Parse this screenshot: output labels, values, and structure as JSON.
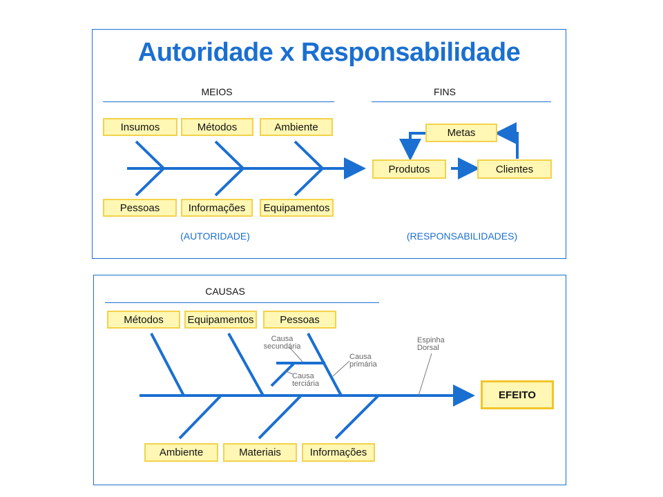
{
  "top": {
    "title": "Autoridade x Responsabilidade",
    "means_label": "MEIOS",
    "ends_label": "FINS",
    "upper_boxes": [
      "Insumos",
      "Métodos",
      "Ambiente"
    ],
    "lower_boxes": [
      "Pessoas",
      "Informações",
      "Equipamentos"
    ],
    "ends_boxes": {
      "goals": "Metas",
      "products": "Produtos",
      "clients": "Clientes"
    },
    "authority_note": "(AUTORIDADE)",
    "responsibility_note": "(RESPONSABILIDADES)"
  },
  "bottom": {
    "causes_label": "CAUSAS",
    "upper_boxes": [
      "Métodos",
      "Equipamentos",
      "Pessoas"
    ],
    "lower_boxes": [
      "Ambiente",
      "Materiais",
      "Informações"
    ],
    "effect": "EFEITO",
    "annotations": {
      "secondary_1": "Causa",
      "secondary_2": "secundária",
      "primary_1": "Causa",
      "primary_2": "primária",
      "tertiary_1": "Causa",
      "tertiary_2": "terciária",
      "spine_1": "Espinha",
      "spine_2": "Dorsal"
    }
  },
  "colors": {
    "blue": "#1a6fd1",
    "box_fill": "#fff7b3",
    "box_border": "#f2d24a"
  }
}
